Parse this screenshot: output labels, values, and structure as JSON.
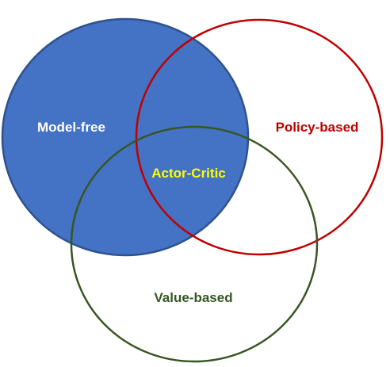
{
  "diagram": {
    "sets": [
      {
        "name": "model_free",
        "label": "Model-free",
        "fill": "#4472C4",
        "stroke": "#2F528F",
        "label_color": "#FFFFFF"
      },
      {
        "name": "policy_based",
        "label": "Policy-based",
        "fill": "none",
        "stroke": "#C00000",
        "label_color": "#C00000"
      },
      {
        "name": "value_based",
        "label": "Value-based",
        "fill": "none",
        "stroke": "#375623",
        "label_color": "#375623"
      }
    ],
    "intersection": {
      "label": "Actor-Critic",
      "label_color": "#FFFF00"
    }
  }
}
